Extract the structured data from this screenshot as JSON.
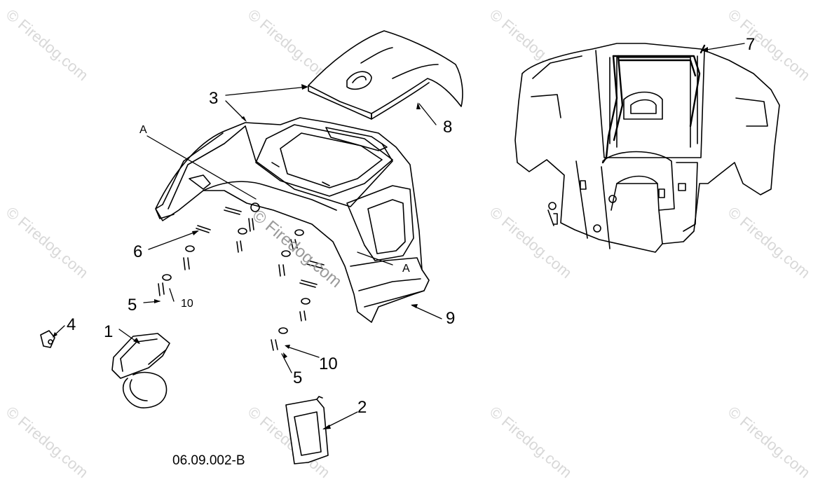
{
  "watermark": "© Firedog.com",
  "center_watermark": "© Firedog.com",
  "callouts": {
    "c1": "1",
    "c2": "2",
    "c3": "3",
    "c4": "4",
    "c5a": "5",
    "c5b": "5",
    "c6": "6",
    "c7": "7",
    "c8": "8",
    "c9": "9",
    "c10a": "10",
    "c10b": "10",
    "view_a1": "A",
    "view_a2": "A"
  },
  "drawing_code": "06.09.002-B"
}
